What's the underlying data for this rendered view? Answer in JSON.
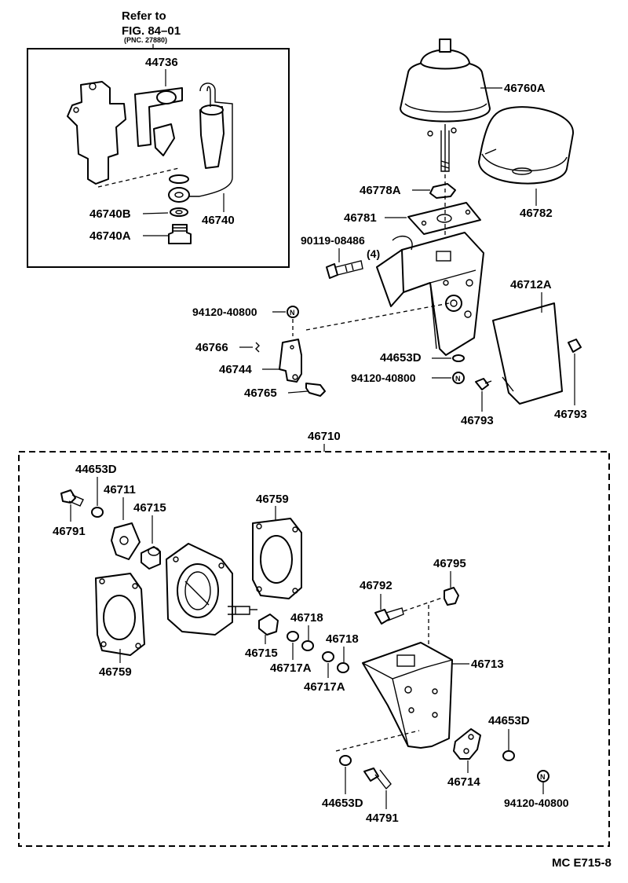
{
  "refer": {
    "line1": "Refer to",
    "line2": "FIG. 84–01",
    "line3": "(PNC. 27880)"
  },
  "callouts": {
    "p44736": "44736",
    "p46740B": "46740B",
    "p46740": "46740",
    "p46740A": "46740A",
    "p46760A": "46760A",
    "p46778A": "46778A",
    "p46782": "46782",
    "p46781": "46781",
    "p90119": "90119-08486",
    "qty4": "(4)",
    "p46712A": "46712A",
    "p94120_a": "94120-40800",
    "p46766": "46766",
    "p46744": "46744",
    "p44653D_a": "44653D",
    "p94120_b": "94120-40800",
    "p46765": "46765",
    "p46793_a": "46793",
    "p46793_b": "46793",
    "p46710": "46710",
    "p44653D_b": "44653D",
    "p46711": "46711",
    "p46715_a": "46715",
    "p46759_a": "46759",
    "p46791": "46791",
    "p46795": "46795",
    "p46792": "46792",
    "p46718_a": "46718",
    "p46718_b": "46718",
    "p46759_b": "46759",
    "p46715_b": "46715",
    "p46717A_a": "46717A",
    "p46717A_b": "46717A",
    "p46713": "46713",
    "p44653D_c": "44653D",
    "p46714": "46714",
    "p44653D_d": "44653D",
    "p44791": "44791",
    "p94120_c": "94120-40800",
    "nut_n": "N"
  },
  "figure_code": "MC E715-8"
}
